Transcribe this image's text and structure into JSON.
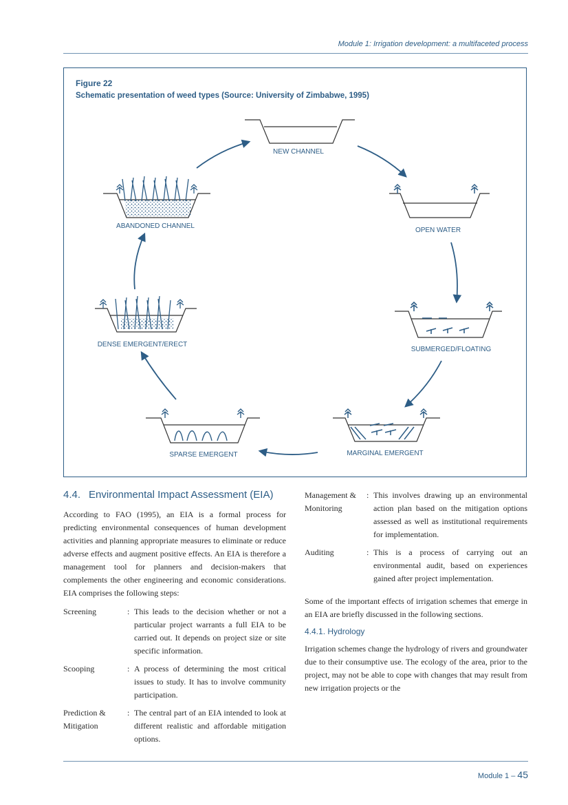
{
  "header": {
    "running_title": "Module 1: Irrigation development: a multifaceted process"
  },
  "figure": {
    "number": "Figure 22",
    "caption": "Schematic presentation of weed types (Source: University of Zimbabwe, 1995)",
    "stages": {
      "new_channel": "NEW CHANNEL",
      "open_water": "OPEN WATER",
      "submerged": "SUBMERGED/FLOATING",
      "marginal": "MARGINAL EMERGENT",
      "sparse": "SPARSE EMERGENT",
      "dense": "DENSE EMERGENT/ERECT",
      "abandoned": "ABANDONED CHANNEL"
    }
  },
  "section": {
    "number": "4.4.",
    "title": "Environmental Impact Assessment (EIA)",
    "intro": "According to FAO (1995), an EIA is a formal process for predicting environmental consequences of human development activities and planning appropriate measures to eliminate or reduce adverse effects and augment positive effects. An EIA is therefore a management tool for planners and decision-makers that complements the other engineering and economic considerations. EIA comprises the following steps:",
    "steps": [
      {
        "term": "Screening",
        "desc": "This leads to the decision whether or not a particular project warrants a full EIA to be carried out. It depends on project size or site specific information."
      },
      {
        "term": "Scooping",
        "desc": "A process of determining the most critical issues to study. It has to involve community participation."
      },
      {
        "term": "Prediction & Mitigation",
        "desc": "The central part of an EIA intended to look at different realistic and affordable mitigation options."
      },
      {
        "term": "Management & Monitoring",
        "desc": "This involves drawing up an environmental action plan based on the mitigation options assessed as well as institutional requirements for implementation."
      },
      {
        "term": "Auditing",
        "desc": "This is a process of carrying out an environmental audit, based on experiences gained after project implementation."
      }
    ],
    "closing": "Some of the important effects of irrigation schemes that emerge in an EIA are briefly discussed in the following sections."
  },
  "subsection": {
    "title": "4.4.1. Hydrology",
    "text": "Irrigation schemes change the hydrology of rivers and groundwater due to their consumptive use. The ecology of the area, prior to the project, may not be able to cope with changes that may result from new irrigation projects or the"
  },
  "footer": {
    "label": "Module 1 –",
    "page": "45"
  },
  "colors": {
    "accent": "#2d5d86"
  }
}
